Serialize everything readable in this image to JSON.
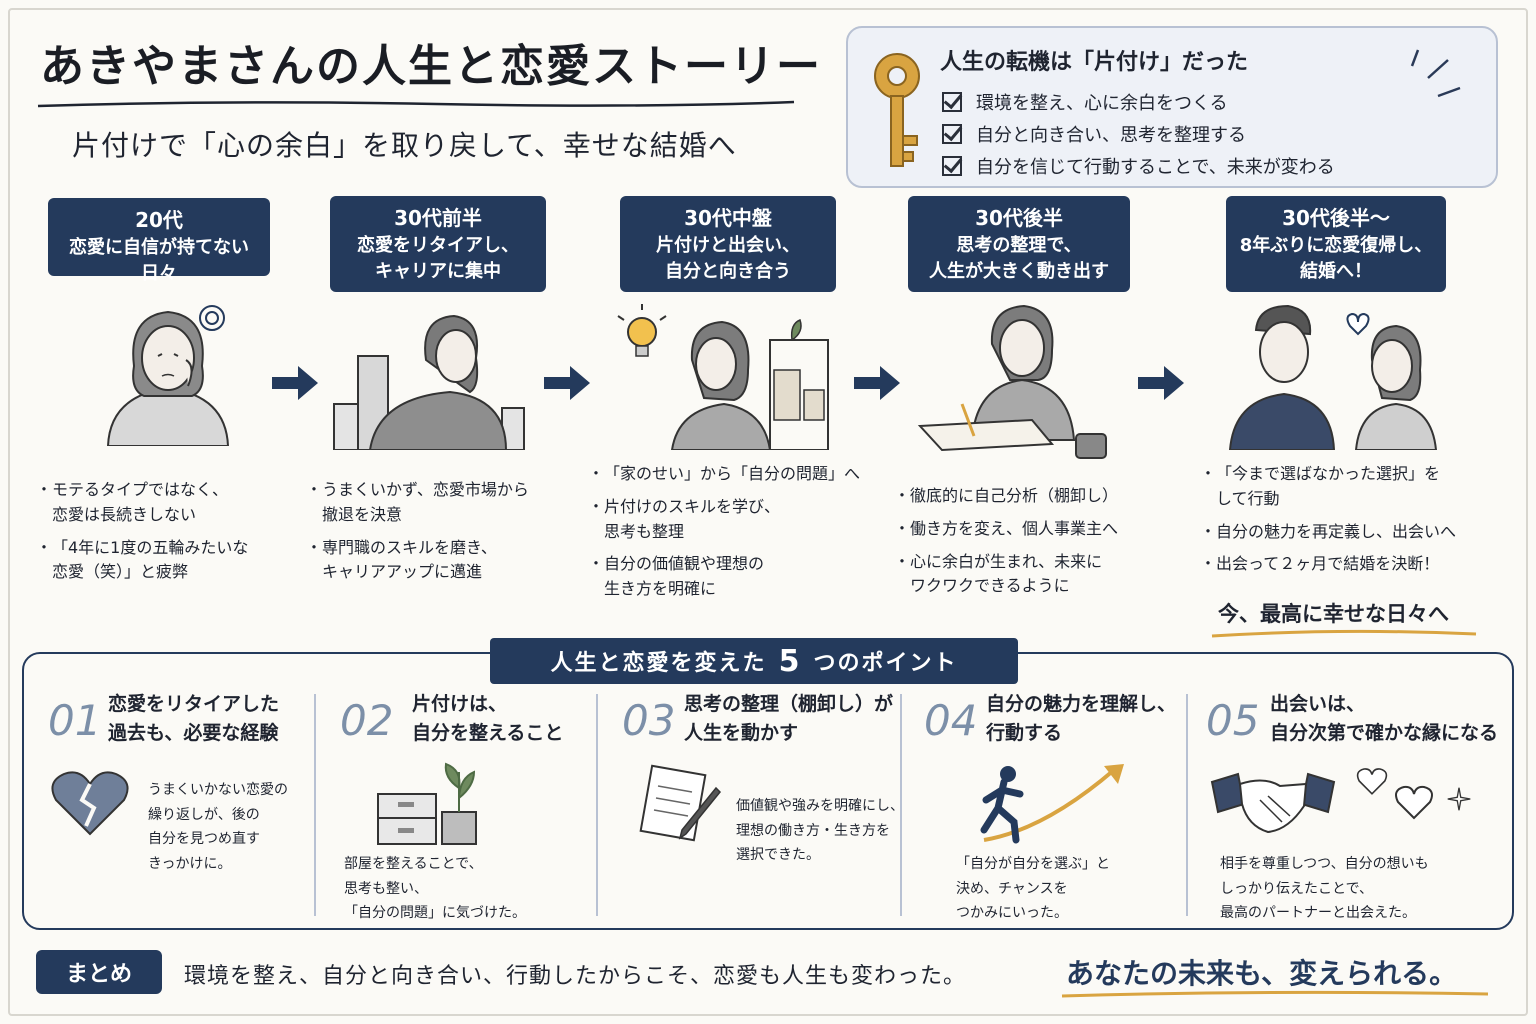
{
  "header": {
    "title": "あきやまさんの人生と恋愛ストーリー",
    "subtitle": "片付けで「心の余白」を取り戻して、幸せな結婚へ"
  },
  "turning_point": {
    "title": "人生の転機は「片付け」だった",
    "items": [
      "環境を整え、心に余白をつくる",
      "自分と向き合い、思考を整理する",
      "自分を信じて行動することで、未来が変わる"
    ]
  },
  "stages": [
    {
      "age": "20代",
      "label": "恋愛に自信が持てない日々",
      "bullets": [
        "モテるタイプではなく、\n恋愛は長続きしない",
        "「4年に1度の五輪みたいな\n恋愛（笑）」と疲弊"
      ]
    },
    {
      "age": "30代前半",
      "label": "恋愛をリタイアし、\nキャリアに集中",
      "bullets": [
        "うまくいかず、恋愛市場から\n撤退を決意",
        "専門職のスキルを磨き、\nキャリアアップに邁進"
      ]
    },
    {
      "age": "30代中盤",
      "label": "片付けと出会い、\n自分と向き合う",
      "bullets": [
        "「家のせい」から「自分の問題」へ",
        "片付けのスキルを学び、\n思考も整理",
        "自分の価値観や理想の\n生き方を明確に"
      ]
    },
    {
      "age": "30代後半",
      "label": "思考の整理で、\n人生が大きく動き出す",
      "bullets": [
        "徹底的に自己分析（棚卸し）",
        "働き方を変え、個人事業主へ",
        "心に余白が生まれ、未来に\nワクワクできるように"
      ]
    },
    {
      "age": "30代後半～",
      "label": "8年ぶりに恋愛復帰し、\n結婚へ！",
      "bullets": [
        "「今まで選ばなかった選択」を\nして行動",
        "自分の魅力を再定義し、出会いへ",
        "出会って２ヶ月で結婚を決断！"
      ]
    }
  ],
  "happy_text": "今、最高に幸せな日々へ",
  "points": {
    "header_prefix": "人生と恋愛を変えた",
    "header_number": "5",
    "header_suffix": "つのポイント",
    "items": [
      {
        "num": "01",
        "title": "恋愛をリタイアした\n過去も、必要な経験",
        "desc": "うまくいかない恋愛の\n繰り返しが、後の\n自分を見つめ直す\nきっかけに。"
      },
      {
        "num": "02",
        "title": "片付けは、\n自分を整えること",
        "desc": "部屋を整えることで、\n思考も整い、\n「自分の問題」に気づけた。"
      },
      {
        "num": "03",
        "title": "思考の整理（棚卸し）が\n人生を動かす",
        "desc": "価値観や強みを明確にし、\n理想の働き方・生き方を\n選択できた。"
      },
      {
        "num": "04",
        "title": "自分の魅力を理解し、\n行動する",
        "desc": "「自分が自分を選ぶ」と\n決め、チャンスを\nつかみにいった。"
      },
      {
        "num": "05",
        "title": "出会いは、\n自分次第で確かな縁になる",
        "desc": "相手を尊重しつつ、自分の想いも\nしっかり伝えたことで、\n最高のパートナーと出会えた。"
      }
    ]
  },
  "summary": {
    "label": "まとめ",
    "text": "環境を整え、自分と向き合い、行動したからこそ、恋愛も人生も変わった。",
    "cta": "あなたの未来も、変えられる。"
  },
  "colors": {
    "navy": "#243a5c",
    "gold": "#d9a441",
    "point_number": "#7c8fa8"
  },
  "icons": [
    "key-icon",
    "checkbox-icon",
    "arrow-right-icon",
    "lightbulb-icon",
    "broken-heart-icon",
    "plant-icon",
    "notepad-pen-icon",
    "running-person-icon",
    "handshake-icon",
    "heart-icon",
    "sparkle-icon"
  ]
}
